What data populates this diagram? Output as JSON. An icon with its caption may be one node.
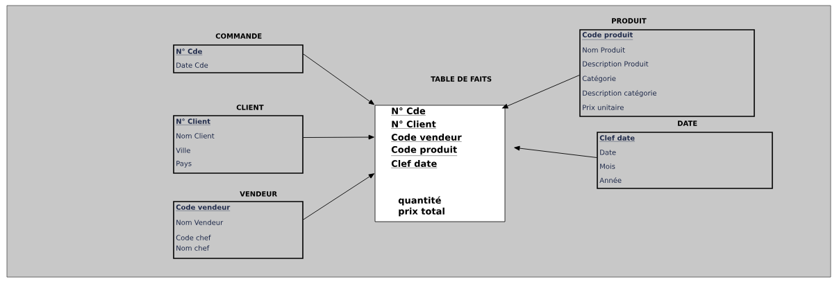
{
  "diagram": {
    "nodes": [
      {
        "text": [
          "COMMANDE",
          "N° Cde",
          "Date Cde"
        ]
      },
      {
        "text": [
          "CLIENT",
          "N° Client",
          "Nom Client",
          "Ville",
          "Pays"
        ]
      },
      {
        "text": [
          "VENDEUR",
          "Code vendeur",
          "Nom Vendeur",
          "Code chef",
          "Nom chef"
        ]
      },
      {
        "text": [
          "TABLE DE FAITS",
          "N° Cde",
          "N° Client",
          "Code vendeur",
          "Code produit",
          "Clef date",
          "quantité",
          "prix total"
        ]
      },
      {
        "text": [
          "PRODUIT",
          "Code produit",
          "Nom Produit",
          "Description Produit",
          "Catégorie",
          "Description catégorie",
          "Prix unitaire"
        ]
      },
      {
        "text": [
          "DATE",
          "Clef date",
          "Date",
          "Mois",
          "Année"
        ]
      }
    ],
    "edges": [
      {
        "from": 0,
        "to": 3,
        "arrow": "to"
      },
      {
        "from": 1,
        "to": 3,
        "arrow": "to"
      },
      {
        "from": 2,
        "to": 3,
        "arrow": "to"
      },
      {
        "from": 4,
        "to": 3,
        "arrow": "to"
      },
      {
        "from": 5,
        "to": 3,
        "arrow": "to"
      }
    ]
  }
}
